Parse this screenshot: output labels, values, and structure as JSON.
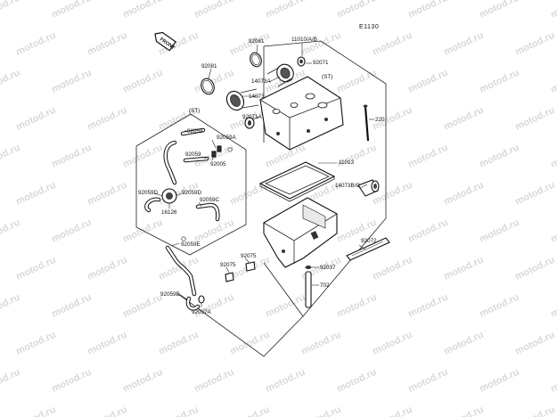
{
  "diagram": {
    "code": "E1130",
    "front_label": "FRONT",
    "watermark": "motod.ru",
    "parts": {
      "p92081a": "92081",
      "p92081b": "92081",
      "p11010": "11010/A/B",
      "p92071": "92071",
      "st_top": "(ST)",
      "p14073a": "14073A",
      "p14073": "14073",
      "p92071a": "92071A",
      "p220": "220",
      "st_left": "(ST)",
      "p92059": "92059",
      "p92059a": "92059A",
      "p92059_2": "92059",
      "p92005": "92005",
      "p11013": "11013",
      "p14073bc": "14073B/C",
      "p92059d_l": "92059D",
      "p92059d_r": "92059D",
      "p92059c": "92059C",
      "p16126": "16126",
      "p92059e": "92059E",
      "p92072": "92072",
      "p92075_a": "92075",
      "p92075_b": "92075",
      "p92037": "92037",
      "p702": "702",
      "p92059b": "92059B",
      "p92037a": "92037A"
    }
  }
}
